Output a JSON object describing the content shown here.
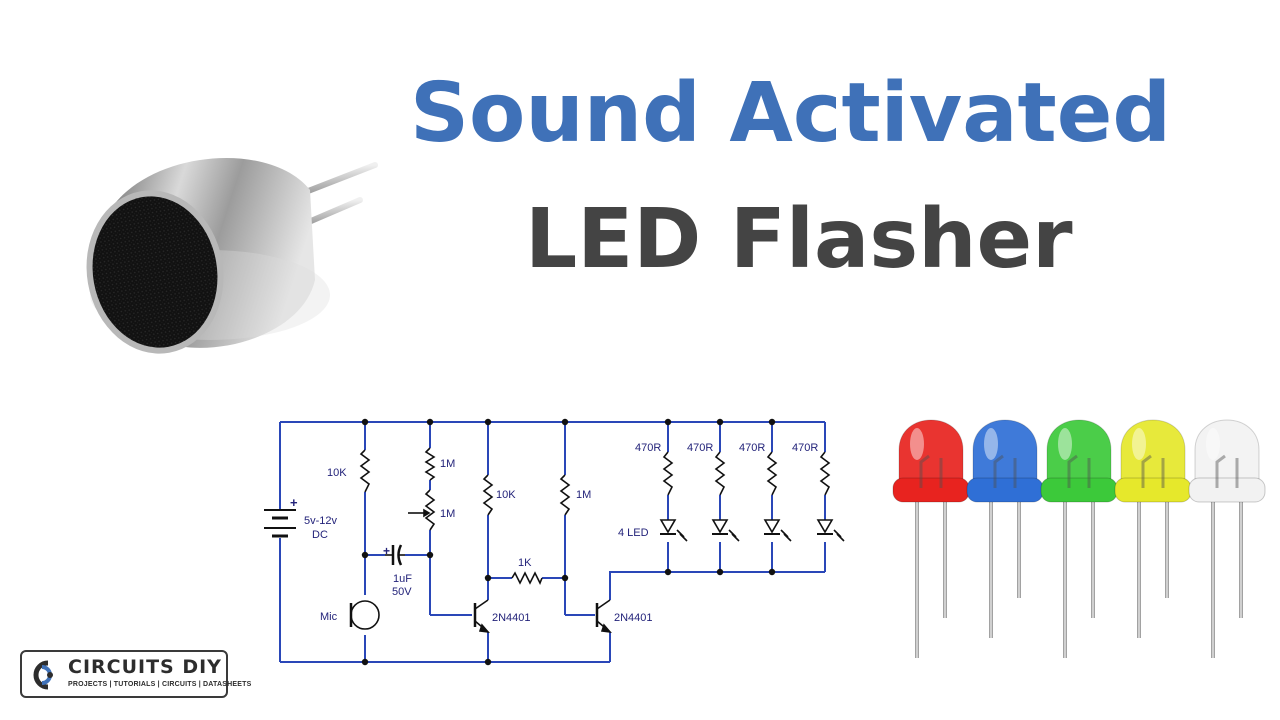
{
  "title": {
    "line1": "Sound Activated",
    "line2": "LED Flasher",
    "line1_color": "#3f71b8",
    "line2_color": "#444444"
  },
  "schematic": {
    "labels": {
      "battery_plus": "+",
      "battery_value": "5v-12v",
      "battery_type": "DC",
      "r1": "10K",
      "r2": "1M",
      "pot": "1M",
      "cap_plus": "+",
      "cap_value": "1uF",
      "cap_voltage": "50V",
      "mic": "Mic",
      "r3": "10K",
      "r4": "1K",
      "r5": "1M",
      "q1": "2N4401",
      "q2": "2N4401",
      "led_r1": "470R",
      "led_r2": "470R",
      "led_r3": "470R",
      "led_r4": "470R",
      "led_group": "4 LED"
    },
    "wire_color": "#2a47b8",
    "component_color": "#111111",
    "label_color": "#23237a"
  },
  "leds": [
    {
      "color": "#e8231f"
    },
    {
      "color": "#2f6fd6"
    },
    {
      "color": "#3cc93a"
    },
    {
      "color": "#e6e82b"
    },
    {
      "color": "#f2f2f2"
    }
  ],
  "logo": {
    "name": "CIRCUITS DIY",
    "tagline": "PROJECTS | TUTORIALS | CIRCUITS | DATASHEETS"
  }
}
